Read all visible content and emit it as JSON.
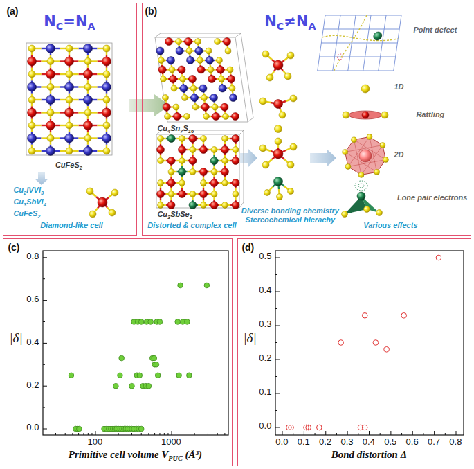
{
  "diagram": {
    "nodes": [
      {
        "text": [
          "(a)",
          "NC=NA",
          "CuFeS2",
          "Cu2IVVI3",
          "Cu3SbVI4",
          "CuFeS2",
          "Diamond-like cell"
        ]
      },
      {
        "text": [
          "(b)",
          "NC≠NA",
          "Cu4Sn7S16",
          "Cu3SbSe3",
          "Distorted & complex cell",
          "Diverse bonding chemistry Stereochemical hierachy",
          "Point defect",
          "1D",
          "Rattling",
          "2D",
          "Lone pair electrons",
          "Various effects"
        ]
      },
      {
        "text": [
          "(c)",
          "0.0",
          "0.2",
          "0.4",
          "0.6",
          "0.8",
          "100",
          "1000",
          "|δ|",
          "Primitive cell volume VPUC (Å³)"
        ]
      },
      {
        "text": [
          "(d)",
          "0.0",
          "0.1",
          "0.2",
          "0.3",
          "0.4",
          "0.5",
          "0.0",
          "0.1",
          "0.2",
          "0.3",
          "0.4",
          "0.5",
          "0.6",
          "0.7",
          "0.8",
          "|δ|",
          "Bond distortion Δ"
        ]
      }
    ],
    "edges": [
      {
        "from": 0,
        "to": 1,
        "arrow": "to"
      }
    ]
  }
}
